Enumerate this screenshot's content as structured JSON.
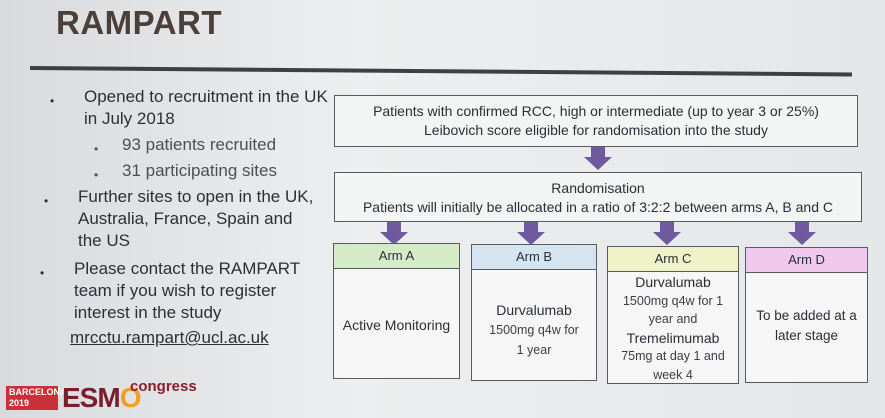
{
  "slide": {
    "title": "RAMPART",
    "bullets": [
      {
        "text": "Opened to recruitment in the UK in July 2018"
      },
      {
        "text": "93 patients recruited"
      },
      {
        "text": "31 participating sites"
      },
      {
        "text": "Further sites to open in the UK, Australia, France, Spain and the US"
      },
      {
        "text": "Please contact the RAMPART team if you wish to register interest in the study"
      }
    ],
    "contact_link": "mrcctu.rampart@ucl.ac.uk",
    "bullet_glyph": "•"
  },
  "flow": {
    "eligibility": {
      "line1": "Patients with confirmed RCC, high or intermediate (up to year 3 or 25%)",
      "line2": "Leibovich score eligible for randomisation into the study"
    },
    "randomisation": {
      "title": "Randomisation",
      "text": "Patients will initially be allocated in a ratio of 3:2:2 between arms A, B and C"
    },
    "arms": [
      {
        "name": "Arm A",
        "lines": [
          "Active Monitoring"
        ]
      },
      {
        "name": "Arm B",
        "lines": [
          "Durvalumab",
          "1500mg q4w for",
          "1 year"
        ]
      },
      {
        "name": "Arm C",
        "lines": [
          "Durvalumab",
          "1500mg q4w for 1",
          "year and",
          "Tremelimumab",
          "75mg at day 1 and",
          "week 4"
        ]
      },
      {
        "name": "Arm D",
        "lines": [
          "To be added at a",
          "later stage"
        ]
      }
    ],
    "colors": {
      "arrow": "#6f5aa0",
      "armA_header": "#d5ebc8",
      "armB_header": "#d6e4f2",
      "armC_header": "#eef2c6",
      "armD_header": "#f0c8ee"
    }
  },
  "logo": {
    "city": "BARCELONA",
    "year": "2019",
    "brand_part1": "ESM",
    "brand_part2": "O",
    "suffix": "congress"
  }
}
